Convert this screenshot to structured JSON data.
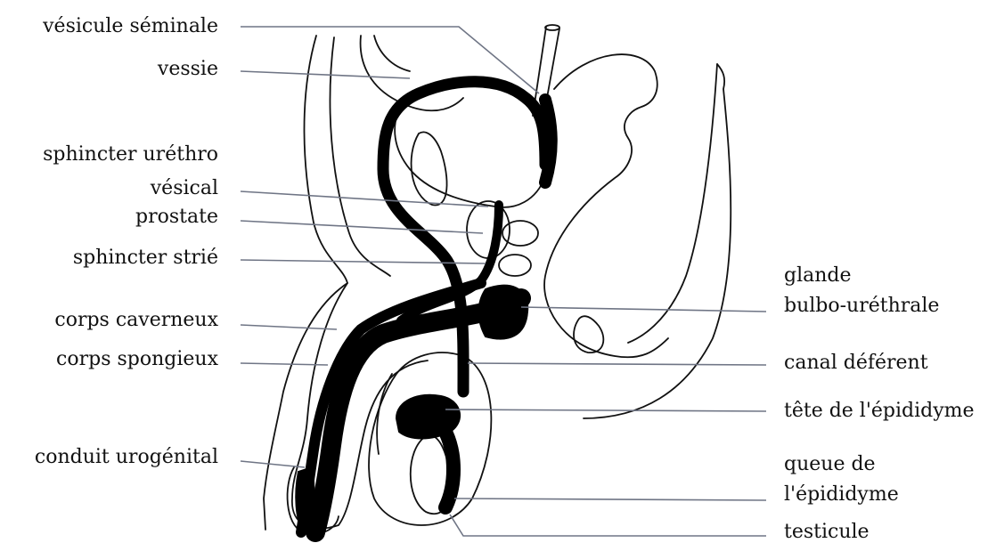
{
  "labels": {
    "vesicule_seminale": "vésicule séminale",
    "vessie": "vessie",
    "sphincter_urethro": "sphincter uréthro",
    "vesical": "vésical",
    "prostate": "prostate",
    "sphincter_strie": "sphincter strié",
    "corps_caverneux": "corps caverneux",
    "corps_spongieux": "corps spongieux",
    "conduit_urogenital": "conduit urogénital",
    "glande": "glande",
    "bulbo_urethrale": "bulbo-uréthrale",
    "canal_deferent": "canal déférent",
    "tete_epididyme": "tête de l'épididyme",
    "queue_de": "queue de",
    "epididyme": "l'épididyme",
    "testicule": "testicule"
  },
  "colors": {
    "ink": "#000000",
    "leader": "#6f7585",
    "background": "#ffffff"
  }
}
